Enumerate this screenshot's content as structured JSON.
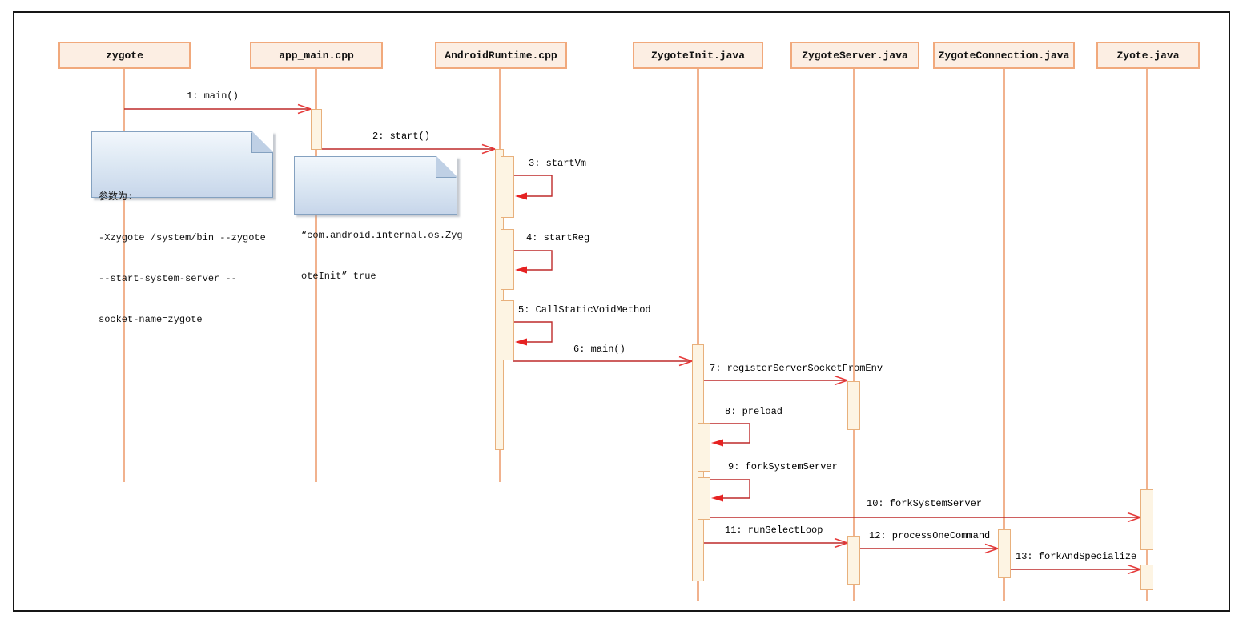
{
  "diagram_title": "",
  "participants": [
    {
      "label": "zygote"
    },
    {
      "label": "app_main.cpp"
    },
    {
      "label": "AndroidRuntime.cpp"
    },
    {
      "label": "ZygoteInit.java"
    },
    {
      "label": "ZygoteServer.java"
    },
    {
      "label": "ZygoteConnection.java"
    },
    {
      "label": "Zyote.java"
    }
  ],
  "messages": [
    {
      "label": "1: main()",
      "from": "zygote",
      "to": "app_main.cpp",
      "kind": "call"
    },
    {
      "label": "2: start()",
      "from": "app_main.cpp",
      "to": "AndroidRuntime.cpp",
      "kind": "call"
    },
    {
      "label": "3: startVm",
      "from": "AndroidRuntime.cpp",
      "to": "AndroidRuntime.cpp",
      "kind": "self"
    },
    {
      "label": "4: startReg",
      "from": "AndroidRuntime.cpp",
      "to": "AndroidRuntime.cpp",
      "kind": "self"
    },
    {
      "label": "5: CallStaticVoidMethod",
      "from": "AndroidRuntime.cpp",
      "to": "AndroidRuntime.cpp",
      "kind": "self"
    },
    {
      "label": "6: main()",
      "from": "AndroidRuntime.cpp",
      "to": "ZygoteInit.java",
      "kind": "call"
    },
    {
      "label": "7: registerServerSocketFromEnv",
      "from": "ZygoteInit.java",
      "to": "ZygoteServer.java",
      "kind": "call"
    },
    {
      "label": "8: preload",
      "from": "ZygoteInit.java",
      "to": "ZygoteInit.java",
      "kind": "self"
    },
    {
      "label": "9: forkSystemServer",
      "from": "ZygoteInit.java",
      "to": "ZygoteInit.java",
      "kind": "self"
    },
    {
      "label": "10: forkSystemServer",
      "from": "ZygoteInit.java",
      "to": "Zyote.java",
      "kind": "call"
    },
    {
      "label": "11: runSelectLoop",
      "from": "ZygoteInit.java",
      "to": "ZygoteServer.java",
      "kind": "call"
    },
    {
      "label": "12: processOneCommand",
      "from": "ZygoteServer.java",
      "to": "ZygoteConnection.java",
      "kind": "call"
    },
    {
      "label": "13: forkAndSpecialize",
      "from": "ZygoteConnection.java",
      "to": "Zyote.java",
      "kind": "call"
    }
  ],
  "notes": [
    {
      "lines": [
        "参数为:",
        "-Xzygote /system/bin --zygote",
        "--start-system-server --",
        "socket-name=zygote"
      ]
    },
    {
      "lines": [
        "“com.android.internal.os.Zyg",
        "oteInit” true"
      ]
    }
  ],
  "colors": {
    "lifeline": "#F1B28E",
    "participant_fill": "#FCEEE3",
    "participant_border": "#F1A97C",
    "activation_fill": "#FDF4E3",
    "activation_border": "#E8B07C",
    "message_line": "#BE2A2A",
    "arrowhead_open": "#E63A3A",
    "arrowhead_solid": "#E62222",
    "note_border": "#84A1C0",
    "note_fill_top": "#F2F7FC",
    "note_fill_bottom": "#C7D6EA",
    "frame_border": "#161616"
  }
}
